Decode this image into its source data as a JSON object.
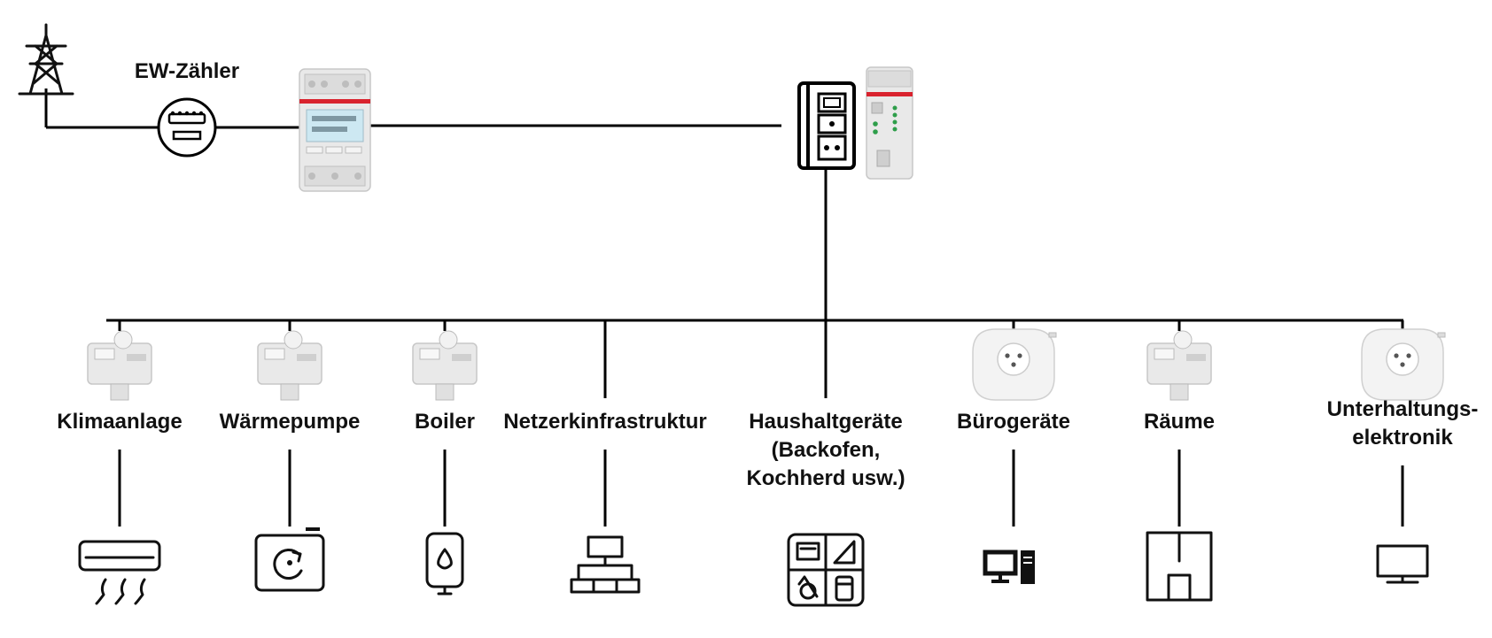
{
  "diagram": {
    "meter_label": "EW-Zähler",
    "consumers": [
      {
        "label_lines": [
          "Klimaanlage"
        ],
        "sensor": "current-sensor",
        "icon": "air-conditioner-icon"
      },
      {
        "label_lines": [
          "Wärmepumpe"
        ],
        "sensor": "current-sensor",
        "icon": "heat-pump-icon"
      },
      {
        "label_lines": [
          "Boiler"
        ],
        "sensor": "current-sensor",
        "icon": "boiler-icon"
      },
      {
        "label_lines": [
          "Netzerkinfrastruktur"
        ],
        "sensor": "none",
        "icon": "network-icon"
      },
      {
        "label_lines": [
          "Haushaltgeräte",
          "(Backofen,",
          "Kochherd usw.)"
        ],
        "sensor": "none",
        "icon": "household-appliances-icon"
      },
      {
        "label_lines": [
          "Bürogeräte"
        ],
        "sensor": "smart-plug",
        "icon": "office-computer-icon"
      },
      {
        "label_lines": [
          "Räume"
        ],
        "sensor": "current-sensor",
        "icon": "rooms-floorplan-icon"
      },
      {
        "label_lines": [
          "Unterhaltungs-",
          "elektronik"
        ],
        "sensor": "smart-plug",
        "icon": "tv-monitor-icon"
      }
    ],
    "colors": {
      "line": "#000000",
      "device_red": "#d9232e",
      "display": "#cde8f2",
      "device_body": "#e9e9e9"
    }
  }
}
